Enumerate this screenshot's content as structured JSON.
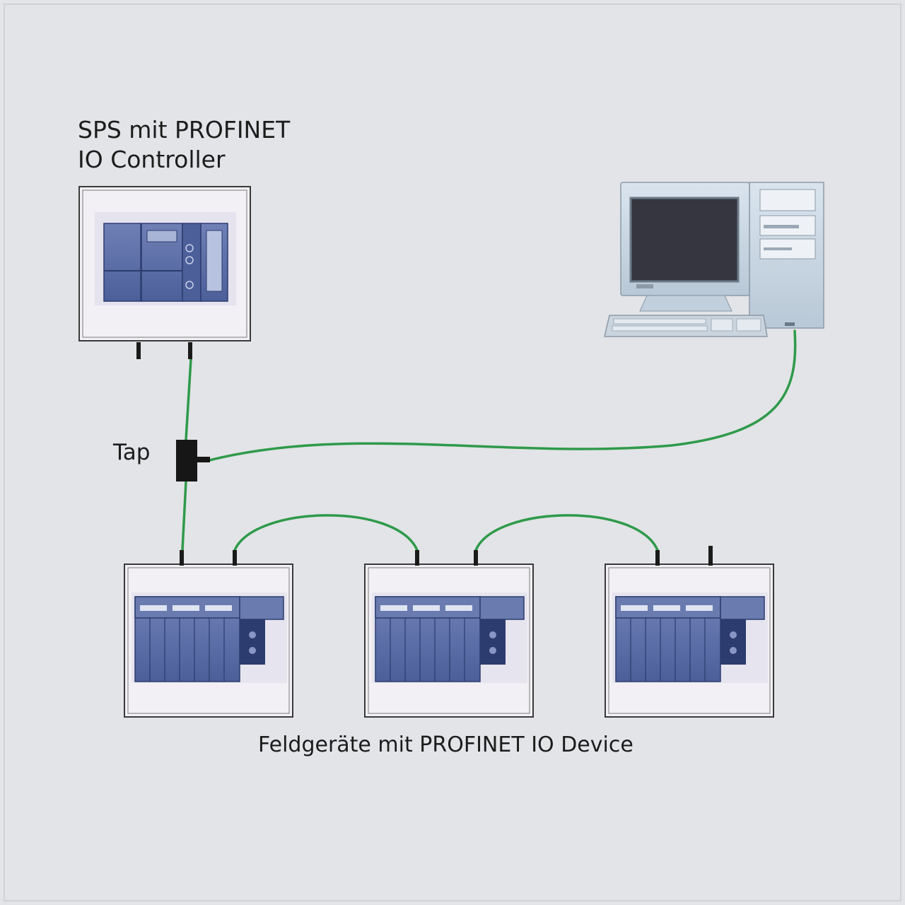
{
  "labels": {
    "controller_line_1": "SPS mit PROFINET",
    "controller_line_2": "IO Controller",
    "tap": "Tap",
    "devices": "Feldgeräte mit PROFINET IO Device"
  },
  "nodes": {
    "controller": "plc-controller-icon",
    "pc": "computer-workstation-icon",
    "tap": "network-tap-icon",
    "devices": [
      "io-device-icon",
      "io-device-icon",
      "io-device-icon"
    ]
  },
  "colors": {
    "background": "#e2e4e7",
    "cable": "#2f9a4a",
    "module": "#5b6fa8",
    "module_dark": "#2c3c6e",
    "frame": "#3a3a3a"
  }
}
